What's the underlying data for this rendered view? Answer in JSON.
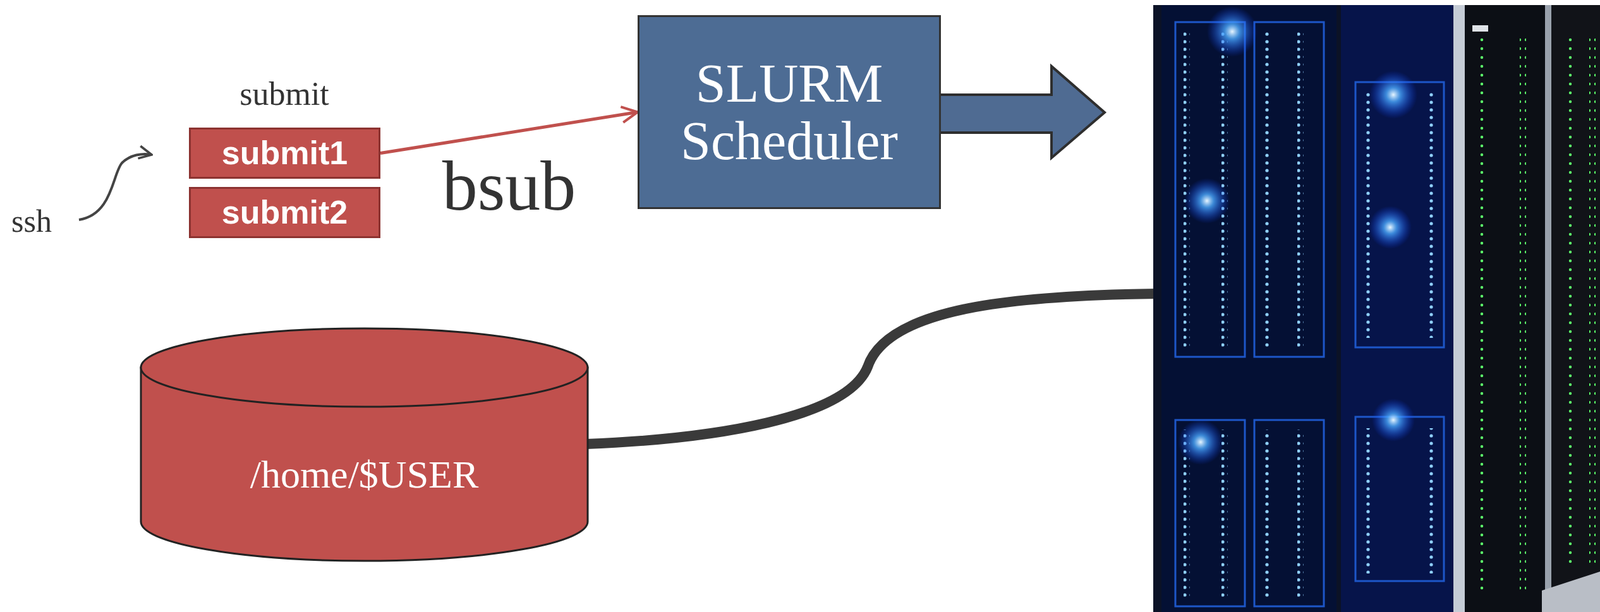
{
  "diagram": {
    "nodes": [
      {
        "text": [
          "submit1"
        ]
      },
      {
        "text": [
          "submit2"
        ]
      },
      {
        "text": [
          "SLURM Scheduler"
        ]
      },
      {
        "text": [
          "/home/$USER"
        ]
      }
    ],
    "edges": [
      {
        "from": 0,
        "to": 2,
        "arrow": "to",
        "label": "bsub"
      }
    ],
    "labels": [
      "ssh",
      "submit"
    ]
  }
}
